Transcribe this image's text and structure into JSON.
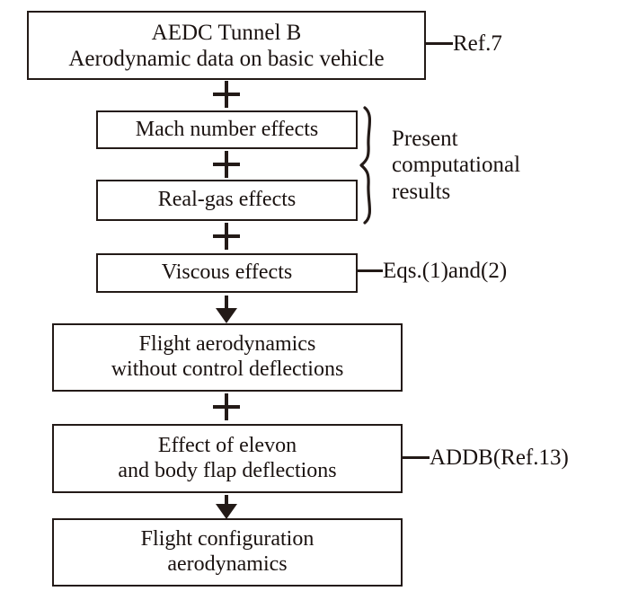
{
  "diagram": {
    "title": "Aerodynamic data build-up flowchart",
    "colors": {
      "stroke": "#231a17",
      "text": "#1a1210",
      "background": "#ffffff"
    },
    "boxes": [
      {
        "id": "aedc",
        "lines": [
          "AEDC Tunnel B",
          "Aerodynamic data on basic vehicle"
        ]
      },
      {
        "id": "mach",
        "lines": [
          "Mach number effects"
        ]
      },
      {
        "id": "realgas",
        "lines": [
          "Real-gas effects"
        ]
      },
      {
        "id": "viscous",
        "lines": [
          "Viscous effects"
        ]
      },
      {
        "id": "flight-aero",
        "lines": [
          "Flight aerodynamics",
          "without control deflections"
        ]
      },
      {
        "id": "elevon",
        "lines": [
          "Effect of elevon",
          "and body flap deflections"
        ]
      },
      {
        "id": "flight-config",
        "lines": [
          "Flight configuration",
          "aerodynamics"
        ]
      }
    ],
    "connectors": {
      "plus_symbol": "+",
      "plus_count": 4,
      "arrow_count": 2
    },
    "leaders": [
      {
        "id": "ref7",
        "text": "Ref.7"
      },
      {
        "id": "eqs",
        "text": "Eqs.(1)and(2)"
      },
      {
        "id": "addb",
        "text": "ADDB(Ref.13)"
      }
    ],
    "brace": {
      "label_lines": [
        "Present",
        "computational",
        "results"
      ]
    }
  }
}
